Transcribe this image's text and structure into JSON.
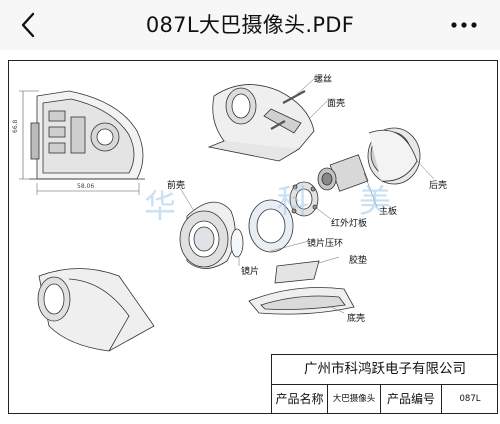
{
  "header": {
    "title": "087L大巴摄像头.PDF",
    "back_icon": "chevron-left-icon",
    "more_icon": "more-horizontal-icon"
  },
  "drawing": {
    "dimensions": {
      "height": "66.8",
      "width": "58.06"
    },
    "labels": {
      "screw": "螺丝",
      "face_shell": "面壳",
      "back_shell": "后壳",
      "main_board": "主板",
      "ir_board": "红外灯板",
      "front_shell": "前壳",
      "lens_ring": "镜片压环",
      "lens": "镜片",
      "gasket": "胶垫",
      "bottom_shell": "底壳"
    },
    "watermark": [
      "华",
      "科",
      "美"
    ]
  },
  "title_block": {
    "company": "广州市科鸿跃电子有限公司",
    "product_name_label": "产品名称",
    "product_name_value": "大巴摄像头",
    "product_code_label": "产品编号",
    "product_code_value": "087L"
  },
  "colors": {
    "header_bg": "#f7f7f7",
    "watermark": "#9ec8ea",
    "line": "#222222"
  }
}
